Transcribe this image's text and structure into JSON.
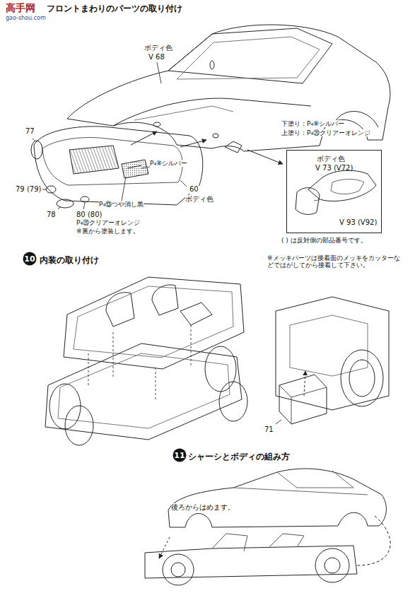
{
  "diagram": {
    "nodes": [
      {
        "text": [
          "ボディ色",
          "V 73 (V72)",
          "V 93 (V92)"
        ]
      },
      {
        "text": [
          "10"
        ]
      },
      {
        "text": [
          "11"
        ]
      }
    ],
    "labels": [
      "高手网",
      "gao-shou.com",
      "フロントまわりのパーツの取り付け",
      "ボディ色",
      "V 68",
      "77",
      "P₄⑧シルバー",
      "60",
      "ボディ色",
      "79 (79)",
      "P₄⑬つや消し黒",
      "78",
      "80 (80)",
      "P₄⑳クリアーオレンジ",
      "※裏から塗装します。",
      "下塗り：P₄⑧シルバー",
      "上塗り：P₄⑳クリアーオレンジ",
      "( ) は反対側の部品番号です。",
      "内装の取り付け",
      "※メッキパーツは接着面のメッキをカッターなどではがしてから接着して下さい。",
      "71",
      "シャーシとボディの組み方",
      "後ろからはめます。"
    ]
  }
}
